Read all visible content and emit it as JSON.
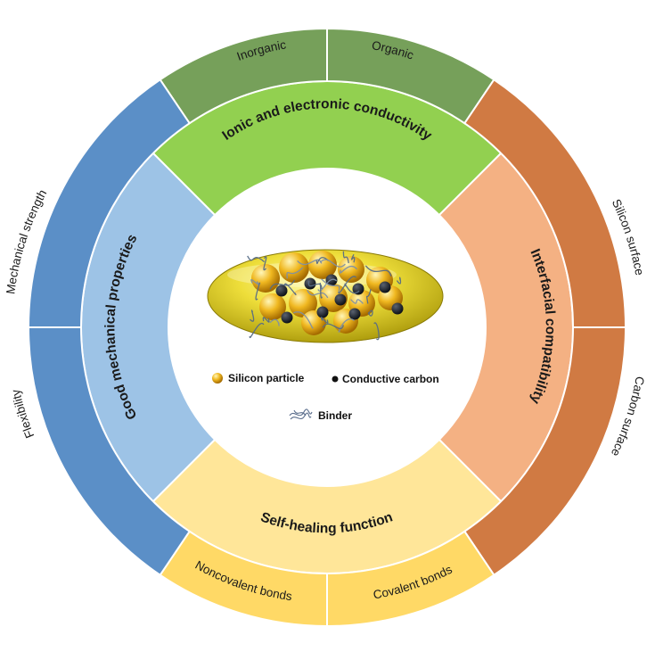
{
  "colors": {
    "top_inner": "#92d050",
    "top_outer": "#76a05a",
    "right_inner": "#f4b183",
    "right_outer": "#d07a43",
    "bottom_inner": "#ffe699",
    "bottom_outer": "#ffd966",
    "left_inner": "#9dc3e6",
    "left_outer": "#5b8fc7",
    "divider": "#ffffff"
  },
  "sections": {
    "top": {
      "label": "Ionic and electronic conductivity",
      "outer": [
        "Inorganic",
        "Organic"
      ]
    },
    "right": {
      "label": "Interfacial compatibility",
      "outer": [
        "Silicon surface",
        "Carbon surface"
      ]
    },
    "bottom": {
      "label": "Self-healing function",
      "outer": [
        "Noncovalent bonds",
        "Covalent bonds"
      ]
    },
    "left": {
      "label": "Good mechanical properties",
      "outer": [
        "Mechanical strength",
        "Flexibility"
      ]
    }
  },
  "legend": {
    "silicon": "Silicon particle",
    "carbon": "Conductive carbon",
    "binder": "Binder"
  },
  "icons": {
    "center": "silicon-electrode-illustration",
    "silicon": "silicon-particle-icon",
    "carbon": "carbon-dot-icon",
    "binder": "binder-fiber-icon"
  }
}
